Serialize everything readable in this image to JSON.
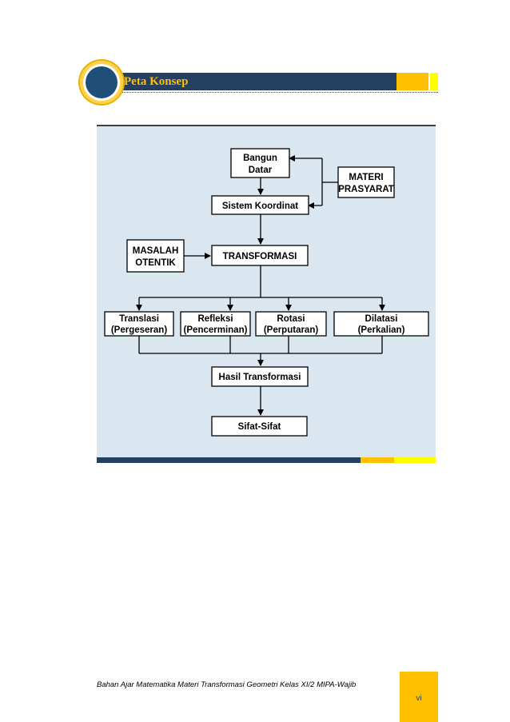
{
  "header": {
    "title": "Peta Konsep",
    "accent_navy": "#243f60",
    "accent_orange": "#ffc000",
    "accent_yellow": "#ffff00"
  },
  "diagram": {
    "panel_color": "#dae7f1",
    "nodes": {
      "bangun_datar": [
        "Bangun",
        "Datar"
      ],
      "materi_prasyarat": [
        "MATERI",
        "PRASYARAT"
      ],
      "sistem_koordinat": [
        "Sistem Koordinat"
      ],
      "masalah_otentik": [
        "MASALAH",
        "OTENTIK"
      ],
      "transformasi": [
        "TRANSFORMASI"
      ],
      "translasi": [
        "Translasi",
        "(Pergeseran)"
      ],
      "refleksi": [
        "Refleksi",
        "(Pencerminan)"
      ],
      "rotasi": [
        "Rotasi",
        "(Perputaran)"
      ],
      "dilatasi": [
        "Dilatasi",
        "(Perkalian)"
      ],
      "hasil_transformasi": [
        "Hasil Transformasi"
      ],
      "sifat_sifat": [
        "Sifat-Sifat"
      ]
    },
    "edges": [
      [
        "bangun_datar",
        "sistem_koordinat"
      ],
      [
        "materi_prasyarat",
        "bangun_datar"
      ],
      [
        "materi_prasyarat",
        "sistem_koordinat"
      ],
      [
        "sistem_koordinat",
        "transformasi"
      ],
      [
        "masalah_otentik",
        "transformasi"
      ],
      [
        "transformasi",
        "translasi"
      ],
      [
        "transformasi",
        "refleksi"
      ],
      [
        "transformasi",
        "rotasi"
      ],
      [
        "transformasi",
        "dilatasi"
      ],
      [
        "translasi",
        "hasil_transformasi"
      ],
      [
        "refleksi",
        "hasil_transformasi"
      ],
      [
        "rotasi",
        "hasil_transformasi"
      ],
      [
        "dilatasi",
        "hasil_transformasi"
      ],
      [
        "hasil_transformasi",
        "sifat_sifat"
      ]
    ]
  },
  "footer": {
    "text": "Bahan Ajar Matematika Materi Transformasi Geometri Kelas XI/2  MIPA-Wajib",
    "page_number": "vi"
  }
}
